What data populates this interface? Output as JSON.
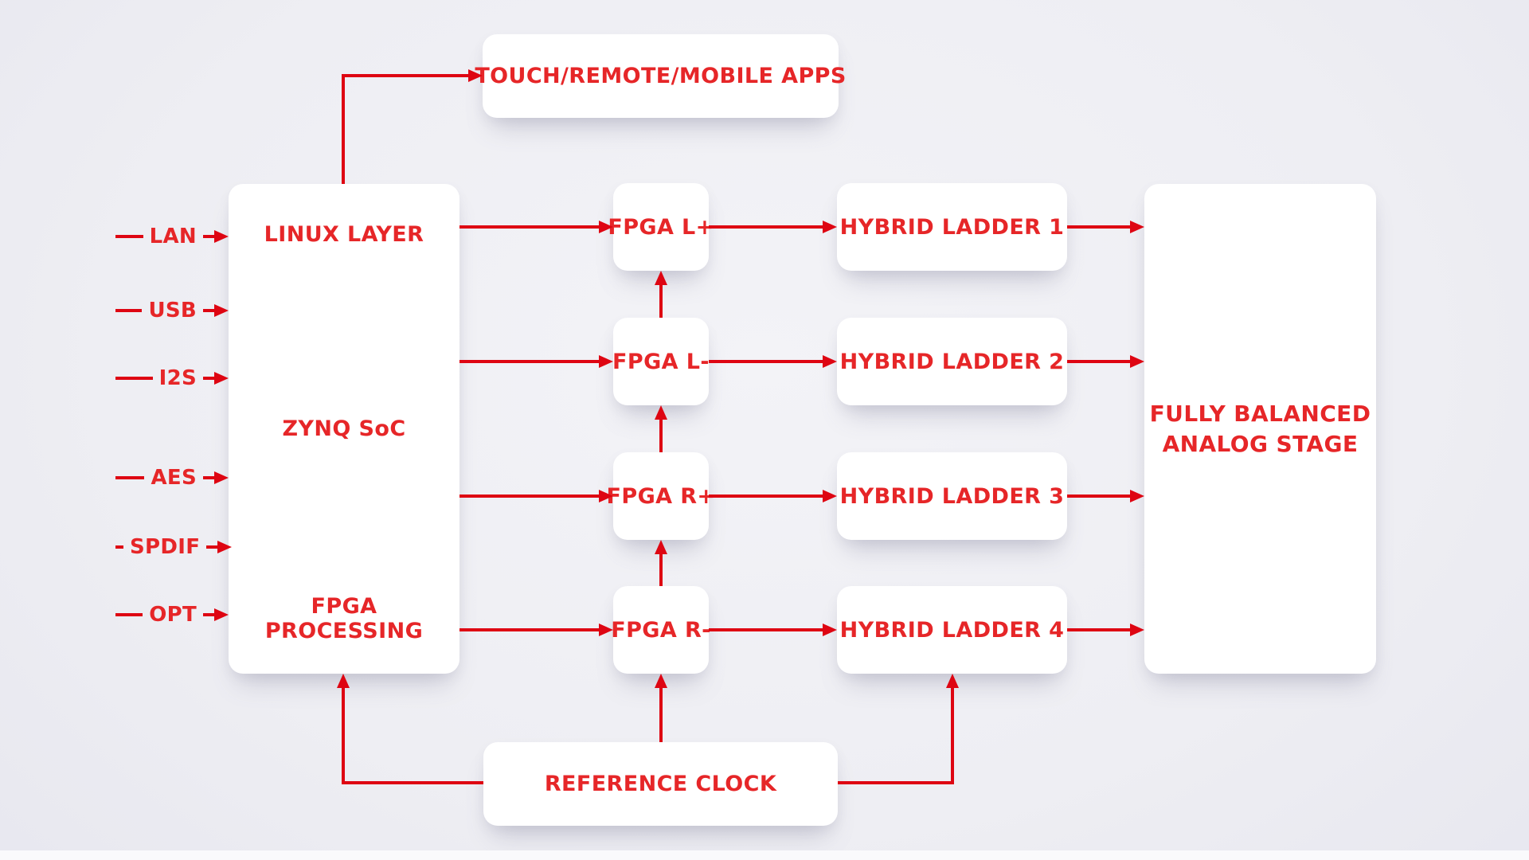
{
  "diagram": {
    "title": "DAC signal-flow block diagram",
    "colors": {
      "red_text": "#e62628",
      "red_line": "#de0512",
      "background": "#ededf2",
      "box": "#ffffff"
    },
    "inputs": [
      {
        "label": "LAN"
      },
      {
        "label": "USB"
      },
      {
        "label": "I2S"
      },
      {
        "label": "AES"
      },
      {
        "label": "SPDIF"
      },
      {
        "label": "OPT"
      }
    ],
    "nodes": {
      "touch_apps": {
        "label": "TOUCH/REMOTE/MOBILE APPS"
      },
      "zynq": {
        "top_label": "LINUX LAYER",
        "title": "ZYNQ SoC",
        "bottom_label": "FPGA PROCESSING"
      },
      "fpga": [
        {
          "label": "FPGA L+"
        },
        {
          "label": "FPGA L-"
        },
        {
          "label": "FPGA R+"
        },
        {
          "label": "FPGA R-"
        }
      ],
      "ladders": [
        {
          "label": "HYBRID LADDER 1"
        },
        {
          "label": "HYBRID LADDER 2"
        },
        {
          "label": "HYBRID LADDER 3"
        },
        {
          "label": "HYBRID LADDER 4"
        }
      ],
      "analog_stage": {
        "line1": "FULLY BALANCED",
        "line2": "ANALOG STAGE"
      },
      "reference_clock": {
        "label": "REFERENCE CLOCK"
      }
    }
  }
}
